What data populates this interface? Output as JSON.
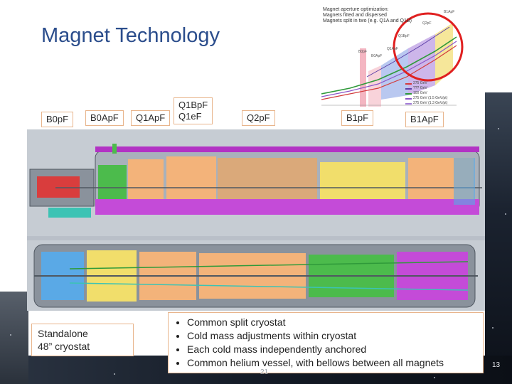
{
  "slide": {
    "title": "Magnet Technology",
    "slide_number": "21",
    "page_number": "13"
  },
  "aperture_chart": {
    "notes": [
      "Magnet aperture optimization:",
      "Magnets fitted and dispersed",
      "Magnets split in two (e.g. Q1A and Q1B)"
    ],
    "point_labels": [
      "B1ApF",
      "Q2pF",
      "Q1BpF",
      "Q1ApF",
      "B0ApF",
      "B0pF"
    ],
    "legend": [
      "275 GeV",
      "??? GeV",
      "100 GeV",
      "275 GeV (1.5 GeV/pt)",
      "275 GeV (1.3 GeV/pt)"
    ],
    "colors": {
      "highlight_circle": "#e02020",
      "band_pink": "#f4b6c2",
      "band_blue": "#b9c8f0",
      "band_yellow": "#f6e79a",
      "band_purple": "#cdb6ea",
      "line_green": "#2f9a3a",
      "line_red": "#d23b3b",
      "line_purple": "#8a55c8"
    }
  },
  "magnet_labels": {
    "b0pf": "B0pF",
    "b0apf": "B0ApF",
    "q1apf": "Q1ApF",
    "q1bpf": "Q1BpF",
    "q1ef": "Q1eF",
    "q2pf": "Q2pF",
    "b1pf": "B1pF",
    "b1apf": "B1ApF"
  },
  "callout": {
    "line1": "Standalone",
    "line2": "48” cryostat"
  },
  "bullets": [
    "Common split cryostat",
    "Cold mass adjustments within cryostat",
    "Each cold mass independently anchored",
    "Common helium vessel, with bellows between all magnets"
  ],
  "drawing_colors": {
    "cryostat_purple": "#c44bd8",
    "cryostat_magenta": "#b232c4",
    "coil_orange": "#f3b37a",
    "coil_yellow": "#f1de6b",
    "coil_green": "#4cbb4c",
    "coil_blue": "#5aa9e6",
    "coil_teal": "#3cc3b4",
    "coil_red": "#d93d3d",
    "steel_gray": "#8a929c",
    "steel_dark": "#505861"
  }
}
